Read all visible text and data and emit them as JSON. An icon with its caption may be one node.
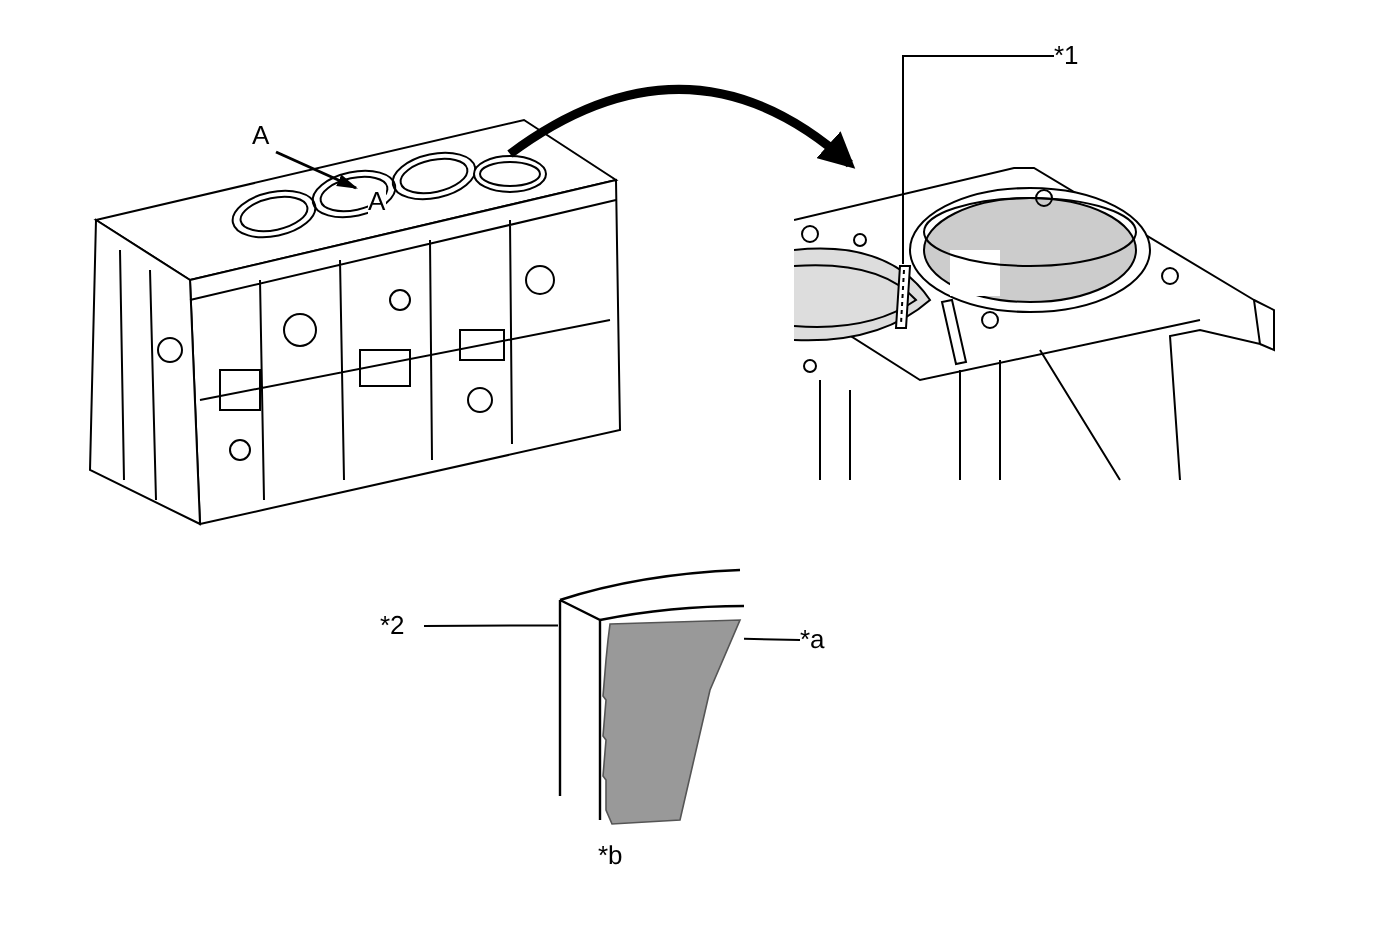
{
  "diagram": {
    "nodes": [
      {
        "text": [],
        "shape": "picture"
      },
      {
        "text": [],
        "shape": "circle"
      },
      {
        "text": [],
        "shape": "picture"
      },
      {
        "text": [],
        "shape": "bar",
        "in": 2
      },
      {
        "text": [
          "*1"
        ]
      },
      {
        "text": [],
        "shape": "picture"
      },
      {
        "text": [],
        "shape": "bar",
        "in": 5
      },
      {
        "text": [],
        "shape": "picture",
        "in": 5
      },
      {
        "text": [
          "*2"
        ]
      },
      {
        "text": [
          "*a"
        ]
      }
    ],
    "edges": [
      {
        "from": 1,
        "to": 2,
        "arrow": "to",
        "style": "thick"
      },
      {
        "from": 4,
        "to": 3,
        "arrow": "none"
      },
      {
        "from": 8,
        "to": 6,
        "arrow": "none"
      },
      {
        "from": 9,
        "to": 7,
        "arrow": "none"
      }
    ],
    "labels": [
      "A",
      "A",
      "*b"
    ]
  }
}
